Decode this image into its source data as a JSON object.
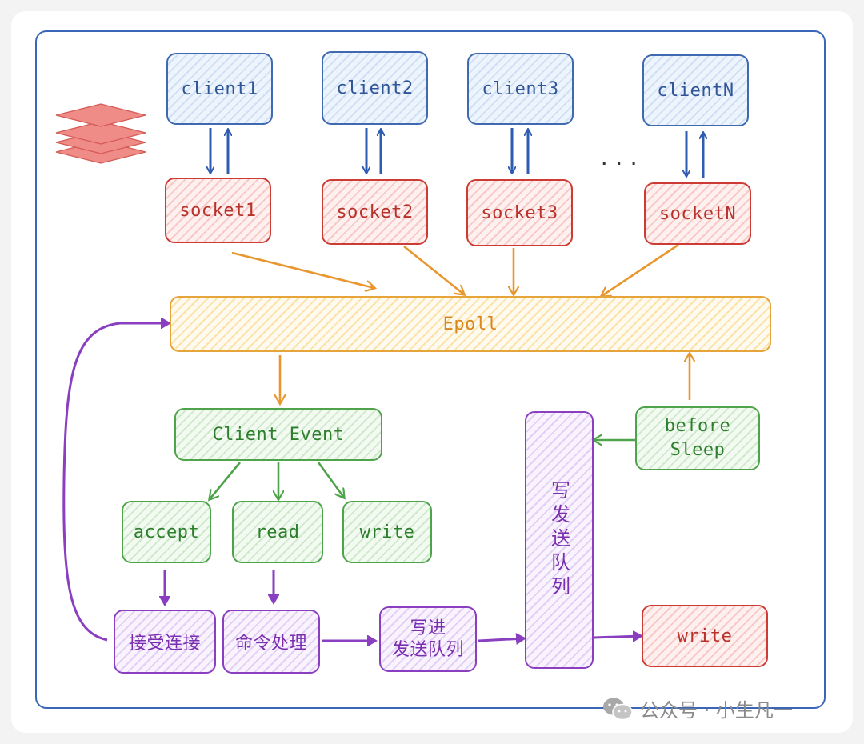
{
  "clients": [
    "client1",
    "client2",
    "client3",
    "clientN"
  ],
  "sockets": [
    "socket1",
    "socket2",
    "socket3",
    "socketN"
  ],
  "ellipsis": "...",
  "epoll": "Epoll",
  "client_event": "Client Event",
  "events": {
    "accept": "accept",
    "read": "read",
    "write": "write"
  },
  "before_sleep": "before\nSleep",
  "write_queue": "写发送队列",
  "steps": {
    "accept_conn": "接受连接",
    "command_process": "命令处理",
    "write_into_queue": "写进\n发送队列"
  },
  "write_out": "write",
  "watermark": "公众号 · 小生凡一",
  "colors": {
    "client": "#3f69b0",
    "socket": "#cc3b34",
    "epoll": "#e5a53b",
    "event": "#4fa34a",
    "flow": "#8a3fc0"
  },
  "icons": [
    "layers-icon",
    "wechat-icon"
  ]
}
